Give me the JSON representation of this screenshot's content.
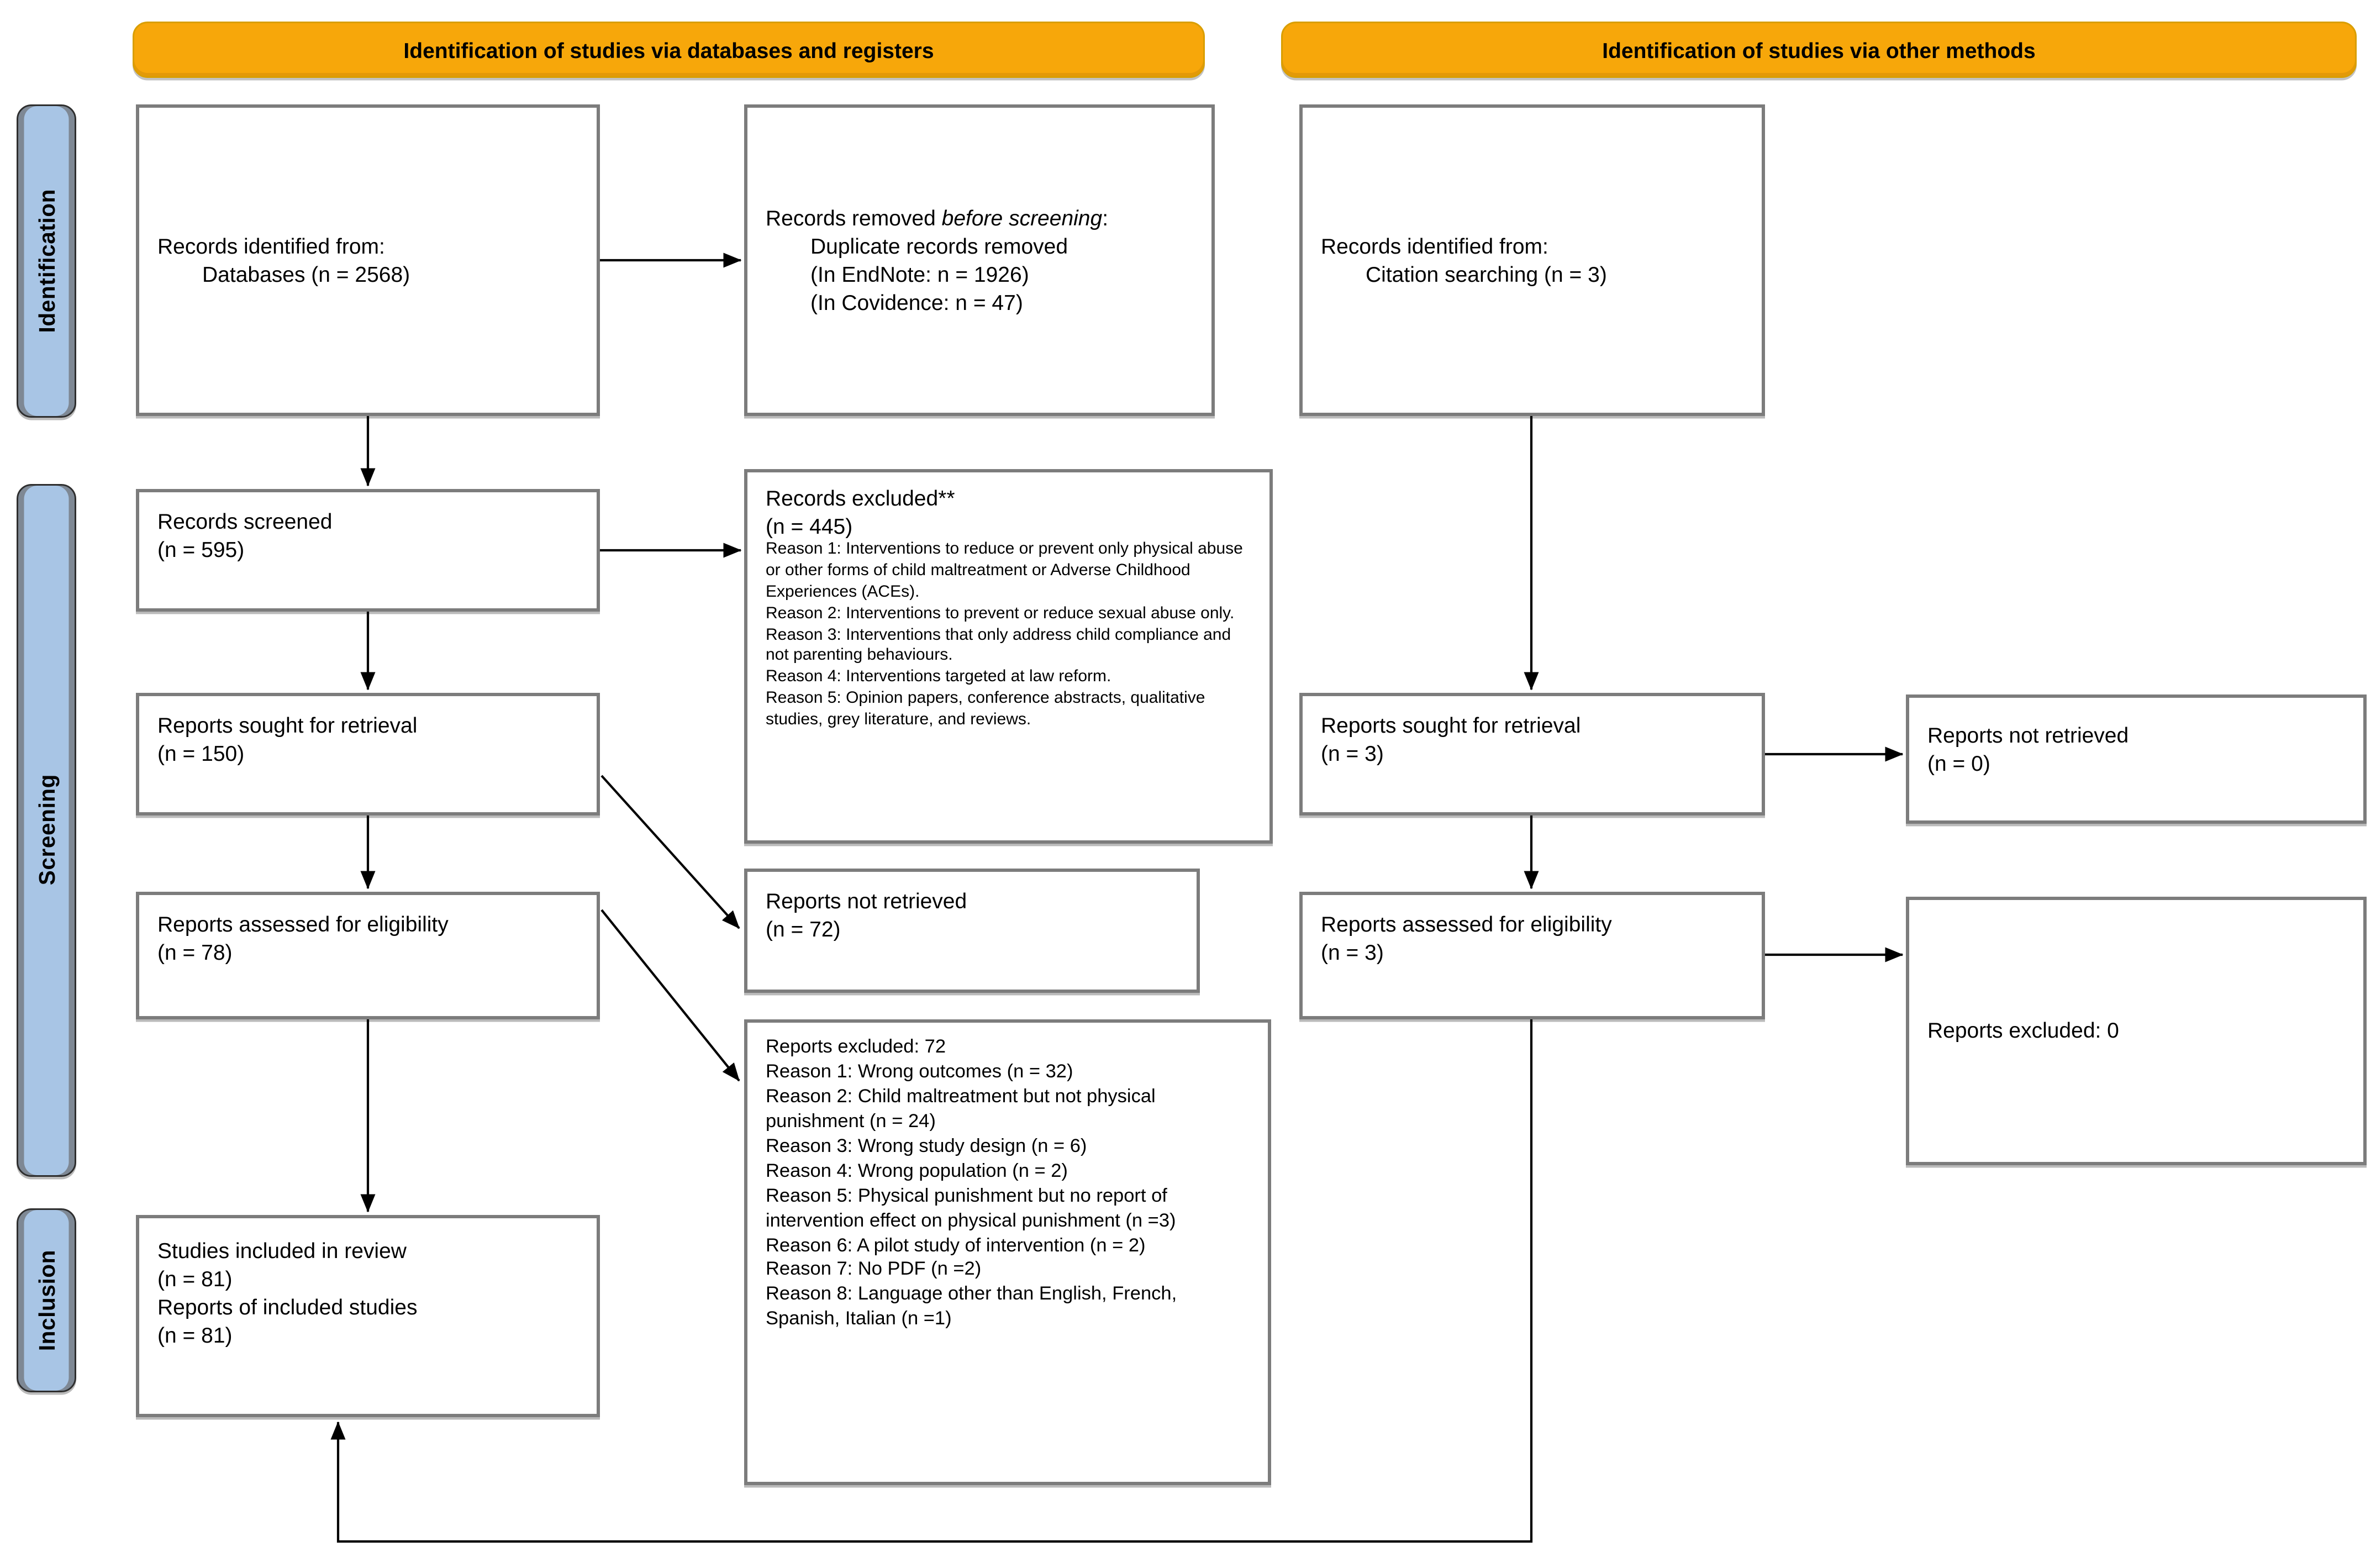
{
  "colors": {
    "banner_orange": "#F7A70A",
    "sidebar_blue": "#A8C5E5",
    "box_border_gray": "#7C7C7C",
    "arrow_black": "#000000"
  },
  "banners": {
    "databases": "Identification of studies via databases and registers",
    "other": "Identification of studies via other methods"
  },
  "stages": {
    "identification": "Identification",
    "screening": "Screening",
    "inclusion": "Inclusion"
  },
  "boxes": {
    "records_identified_databases": {
      "intro": "Records identified from:",
      "detail": "Databases (n = 2568)"
    },
    "records_removed": {
      "lead": "Records removed ",
      "emph": "before screening",
      "tail": ":",
      "items": [
        "Duplicate records removed",
        "(In EndNote: n = 1926)",
        "(In Covidence: n = 47)"
      ]
    },
    "records_identified_citation": {
      "intro": "Records identified from:",
      "detail": "Citation searching (n = 3)"
    },
    "records_screened": {
      "line1": "Records screened",
      "line2": "(n = 595)"
    },
    "records_excluded": {
      "title": "Records excluded**",
      "count": "(n = 445)",
      "reasons": [
        "Reason 1: Interventions to reduce or prevent only physical abuse or other forms of child maltreatment or Adverse Childhood Experiences (ACEs).",
        "Reason 2: Interventions to prevent or reduce sexual abuse only.",
        "Reason 3: Interventions that only address child compliance and not parenting behaviours.",
        "Reason 4: Interventions targeted at law reform.",
        "Reason 5: Opinion papers, conference abstracts, qualitative studies, grey literature, and reviews."
      ]
    },
    "reports_sought_db": {
      "line1": "Reports sought for retrieval",
      "line2": "(n = 150)"
    },
    "reports_not_retrieved_db": {
      "line1": "Reports not retrieved",
      "line2": "(n = 72)"
    },
    "reports_assessed_db": {
      "line1": "Reports assessed for eligibility",
      "line2": "(n = 78)"
    },
    "reports_excluded_db": {
      "title": "Reports excluded: 72",
      "reasons": [
        "Reason 1: Wrong outcomes (n = 32)",
        "Reason 2: Child maltreatment but not physical punishment (n = 24)",
        "Reason 3: Wrong study design (n = 6)",
        "Reason 4: Wrong population (n = 2)",
        "Reason 5: Physical punishment but no report of intervention effect on physical punishment (n =3)",
        "Reason 6: A pilot study of intervention (n = 2)",
        "Reason 7: No PDF (n =2)",
        "Reason 8: Language other than English, French, Spanish, Italian (n =1)"
      ]
    },
    "studies_included": {
      "lines": [
        "Studies included in review",
        "(n = 81)",
        "Reports of included studies",
        "(n = 81)"
      ]
    },
    "reports_sought_other": {
      "line1": "Reports sought for retrieval",
      "line2": "(n = 3)"
    },
    "reports_not_retrieved_other": {
      "line1": "Reports not retrieved",
      "line2": "(n = 0)"
    },
    "reports_assessed_other": {
      "line1": "Reports assessed for eligibility",
      "line2": "(n = 3)"
    },
    "reports_excluded_other": {
      "title": "Reports excluded: 0"
    }
  }
}
